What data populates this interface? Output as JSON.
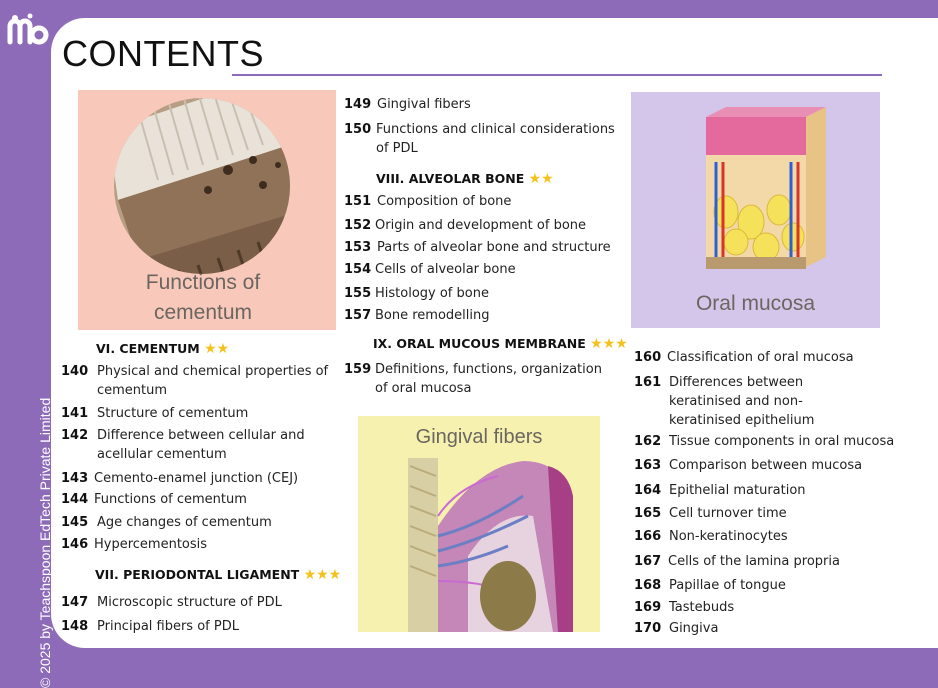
{
  "copyright": "© 2025 by Teachspoon EdTech Private Limited",
  "title": "CONTENTS",
  "images": {
    "cementum": "Functions of cementum",
    "oral_mucosa": "Oral mucosa",
    "gingival": "Gingival fibers"
  },
  "star_glyph": "★",
  "sections": {
    "cementum": {
      "label": "VI. CEMENTUM",
      "stars": "★★"
    },
    "pdl": {
      "label": "VII. PERIODONTAL LIGAMENT",
      "stars": "★★★"
    },
    "alveolar": {
      "label": "VIII. ALVEOLAR BONE",
      "stars": "★★"
    },
    "oral": {
      "label": "IX. ORAL MUCOUS MEMBRANE",
      "stars": "★★★"
    }
  },
  "col1": [
    {
      "page": "140",
      "text": "Physical and chemical properties of cementum"
    },
    {
      "page": "141",
      "text": "Structure of cementum"
    },
    {
      "page": "142",
      "text": "Difference between cellular and acellular cementum"
    },
    {
      "page": "143",
      "text": "Cemento-enamel junction (CEJ)"
    },
    {
      "page": "144",
      "text": "Functions of cementum"
    },
    {
      "page": "145",
      "text": "Age changes of cementum"
    },
    {
      "page": "146",
      "text": "Hypercementosis"
    },
    {
      "page": "147",
      "text": "Microscopic structure of PDL"
    },
    {
      "page": "148",
      "text": "Principal fibers of PDL"
    }
  ],
  "col2": [
    {
      "page": "149",
      "text": "Gingival fibers"
    },
    {
      "page": "150",
      "text": "Functions and clinical considerations of PDL"
    },
    {
      "page": "151",
      "text": "Composition of bone"
    },
    {
      "page": "152",
      "text": "Origin and development of bone"
    },
    {
      "page": "153",
      "text": "Parts of alveolar bone and structure"
    },
    {
      "page": "154",
      "text": "Cells of alveolar bone"
    },
    {
      "page": "155",
      "text": "Histology of bone"
    },
    {
      "page": "157",
      "text": "Bone remodelling"
    },
    {
      "page": "159",
      "text": "Definitions, functions, organization of oral mucosa"
    }
  ],
  "col3": [
    {
      "page": "160",
      "text": "Classification of oral mucosa"
    },
    {
      "page": "161",
      "text": "Differences between keratinised and non-keratinised epithelium"
    },
    {
      "page": "162",
      "text": "Tissue components in oral mucosa"
    },
    {
      "page": "163",
      "text": "Comparison between mucosa"
    },
    {
      "page": "164",
      "text": "Epithelial maturation"
    },
    {
      "page": "165",
      "text": "Cell turnover time"
    },
    {
      "page": "166",
      "text": "Non-keratinocytes"
    },
    {
      "page": "167",
      "text": "Cells of the lamina propria"
    },
    {
      "page": "168",
      "text": "Papillae of tongue"
    },
    {
      "page": "169",
      "text": "Tastebuds"
    },
    {
      "page": "170",
      "text": "Gingiva"
    }
  ],
  "colors": {
    "frame": "#8e6bb8",
    "accent_star": "#f4c21a",
    "cementum_bg": "#f8c8bb",
    "mucosa_bg": "#d4c6ea",
    "gingival_bg": "#f7f1b0"
  }
}
